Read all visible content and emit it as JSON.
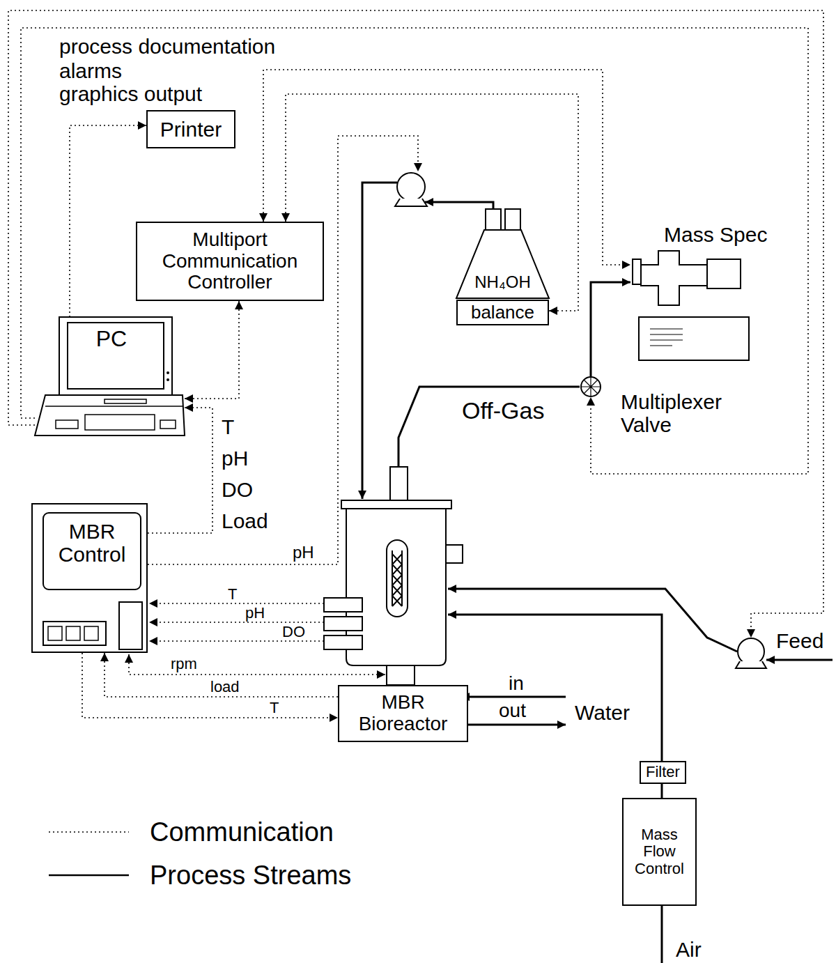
{
  "diagram": {
    "nodes": [
      {
        "text": [
          "Printer"
        ]
      },
      {
        "text": [
          "Multiport Communication Controller"
        ]
      },
      {
        "text": [
          "PC"
        ]
      },
      {
        "text": [
          "Mass Spec"
        ]
      },
      {
        "text": [
          "NH₄OH"
        ]
      },
      {
        "text": [
          "balance"
        ]
      },
      {
        "text": [
          "MBR Control"
        ]
      },
      {
        "text": [
          "MBR Bioreactor"
        ]
      },
      {
        "text": [
          "Multiplexer Valve"
        ]
      },
      {
        "text": [
          "Feed"
        ]
      },
      {
        "text": [
          "Filter"
        ]
      },
      {
        "text": [
          "Mass Flow Control"
        ]
      }
    ],
    "edges": [
      {
        "from": 2,
        "to": 0,
        "arrow": "to"
      },
      {
        "from": 6,
        "to": 2,
        "arrow": "to"
      },
      {
        "from": 1,
        "to": 2,
        "arrow": "both"
      },
      {
        "from": 1,
        "to": 5,
        "arrow": "both"
      },
      {
        "from": 1,
        "to": 3,
        "arrow": "both"
      },
      {
        "from": 2,
        "to": 8,
        "arrow": "to"
      },
      {
        "from": 2,
        "to": 9,
        "arrow": "to"
      },
      {
        "from": 8,
        "to": 3,
        "arrow": "to"
      },
      {
        "from": 11,
        "to": 10,
        "arrow": "none"
      },
      {
        "from": 7,
        "to": 6,
        "label": "load",
        "arrow": "to"
      },
      {
        "from": 6,
        "to": 7,
        "label": "T",
        "arrow": "to"
      }
    ],
    "labels": [
      "process documentation",
      "alarms",
      "graphics output",
      "T",
      "pH",
      "DO",
      "Load",
      "pH",
      "T",
      "pH",
      "DO",
      "rpm",
      "Off-Gas",
      "in",
      "out",
      "Water",
      "Air"
    ],
    "legend": [
      {
        "text": "Communication"
      },
      {
        "text": "Process Streams"
      }
    ]
  }
}
